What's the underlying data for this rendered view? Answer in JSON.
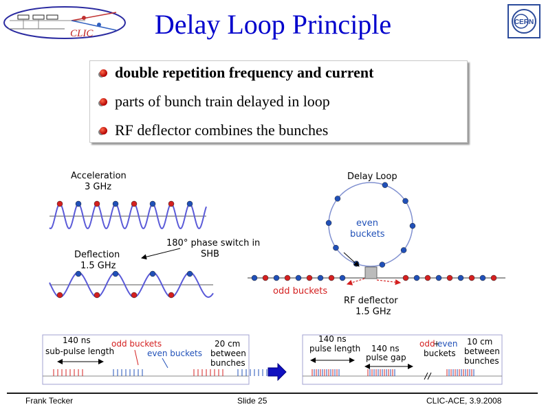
{
  "slide": {
    "title": "Delay Loop Principle",
    "bullets": [
      "double repetition frequency and current",
      "parts of bunch train delayed in loop",
      "RF deflector combines the bunches"
    ]
  },
  "logos": {
    "left": "CLIC",
    "right": "CERN"
  },
  "diagram": {
    "acceleration": [
      "Acceleration",
      "3 GHz"
    ],
    "deflection": [
      "Deflection",
      "1.5 GHz"
    ],
    "phase_switch": [
      "180° phase switch in",
      "SHB"
    ],
    "delay_loop": "Delay Loop",
    "even_buckets": [
      "even",
      "buckets"
    ],
    "odd_buckets": "odd buckets",
    "rf_deflector": [
      "RF deflector",
      "1.5 GHz"
    ]
  },
  "timeline_left": {
    "pulse_len_value": "140 ns",
    "pulse_len_label": "sub-pulse length",
    "odd": "odd buckets",
    "even": "even buckets",
    "spacing_value": "20 cm",
    "spacing_label": [
      "between",
      "bunches"
    ]
  },
  "timeline_right": {
    "pulse_len_value": "140 ns",
    "pulse_len_label": "pulse  length",
    "gap_value": "140 ns",
    "gap_label": "pulse  gap",
    "odd": "odd",
    "plus": "+",
    "even": "even",
    "buckets": "buckets",
    "spacing_value": "10 cm",
    "spacing_label": [
      "between",
      "bunches"
    ]
  },
  "footer": {
    "author": "Frank Tecker",
    "slide": "Slide 25",
    "event": "CLIC-ACE, 3.9.2008"
  },
  "colors": {
    "title": "#0000cc",
    "wave": "#5a5ad8",
    "odd": "#d42020",
    "even": "#2050b8",
    "arrow": "#1010c0"
  }
}
